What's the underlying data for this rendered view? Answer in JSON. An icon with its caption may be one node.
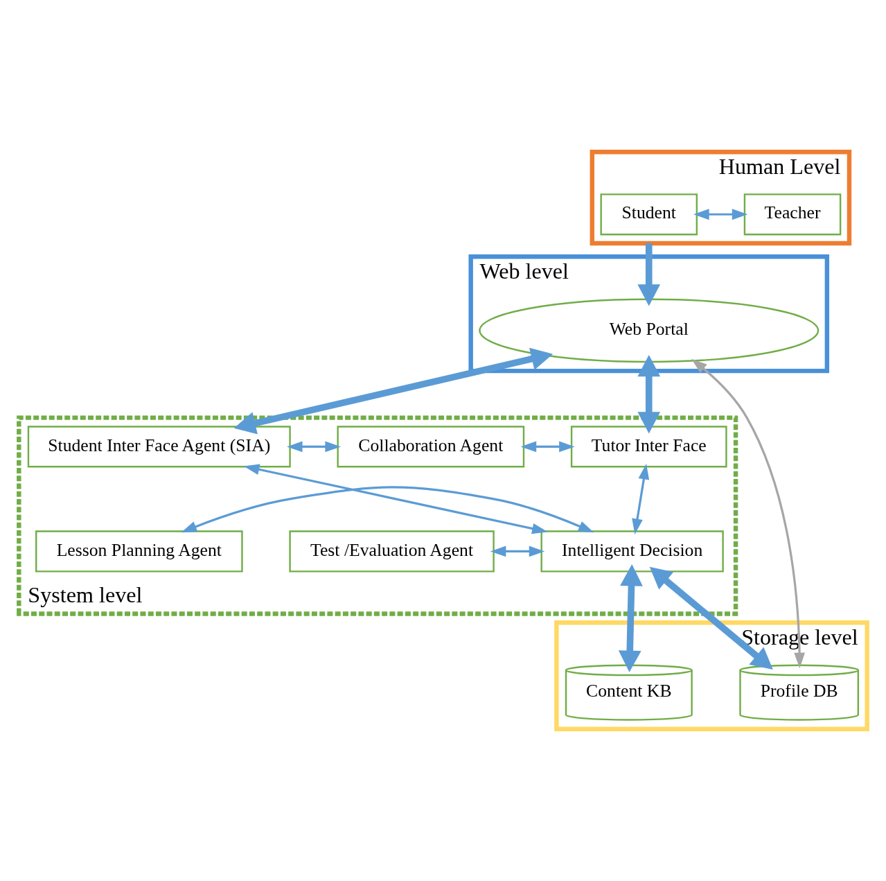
{
  "diagram": {
    "nodes": [
      {
        "text": [
          "Human Level"
        ]
      },
      {
        "text": [
          "Student"
        ],
        "in": 0
      },
      {
        "text": [
          "Teacher"
        ],
        "in": 0
      },
      {
        "text": [
          "Web level"
        ]
      },
      {
        "text": [
          "Web Portal"
        ],
        "in": 3
      },
      {
        "text": [
          "System level"
        ]
      },
      {
        "text": [
          "Student Inter Face Agent (SIA)"
        ],
        "in": 5
      },
      {
        "text": [
          "Collaboration Agent"
        ],
        "in": 5
      },
      {
        "text": [
          "Tutor Inter Face"
        ],
        "in": 5
      },
      {
        "text": [
          "Test /Evaluation Agent"
        ],
        "in": 5
      },
      {
        "text": [
          "Intelligent Decision"
        ],
        "in": 5
      },
      {
        "text": [
          "Lesson Planning Agent"
        ],
        "in": 5
      },
      {
        "text": [
          "Storage level"
        ]
      },
      {
        "text": [
          "Profile DB"
        ],
        "in": 12
      },
      {
        "text": [
          "Content KB"
        ],
        "in": 12
      }
    ],
    "edges": [
      {
        "from": 1,
        "to": 2,
        "arrow": "both"
      },
      {
        "from": 0,
        "to": 4,
        "arrow": "to",
        "style": "thick"
      },
      {
        "from": 4,
        "to": 6,
        "arrow": "both",
        "style": "thick"
      },
      {
        "from": 4,
        "to": 8,
        "arrow": "both",
        "style": "thick"
      },
      {
        "from": 6,
        "to": 7,
        "arrow": "both"
      },
      {
        "from": 7,
        "to": 8,
        "arrow": "both"
      },
      {
        "from": 6,
        "to": 10,
        "arrow": "both"
      },
      {
        "from": 9,
        "to": 10,
        "arrow": "both"
      },
      {
        "from": 8,
        "to": 10,
        "arrow": "both"
      },
      {
        "from": 11,
        "to": 10,
        "arrow": "both"
      },
      {
        "from": 10,
        "to": 13,
        "arrow": "both",
        "style": "thick"
      },
      {
        "from": 10,
        "to": 14,
        "arrow": "both",
        "style": "thick"
      },
      {
        "from": 4,
        "to": 13,
        "arrow": "both",
        "color": "#a6a6a6"
      }
    ]
  }
}
